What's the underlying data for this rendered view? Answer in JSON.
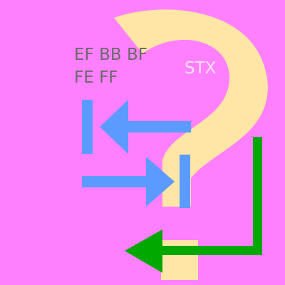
{
  "colors": {
    "background": "#ff80ff",
    "question_mark": "#ffe6a6",
    "text_gray": "#6a6a6a",
    "stx_text": "#ffe0ff",
    "blue": "#5b9bff",
    "green": "#00a800"
  },
  "icons": [
    "question-mark-icon",
    "tab-left-arrow-icon",
    "tab-right-arrow-icon",
    "return-arrow-icon"
  ],
  "labels": {
    "bytes_line_1": "EF BB BF",
    "bytes_line_2": "FE FF",
    "stx": "STX"
  }
}
